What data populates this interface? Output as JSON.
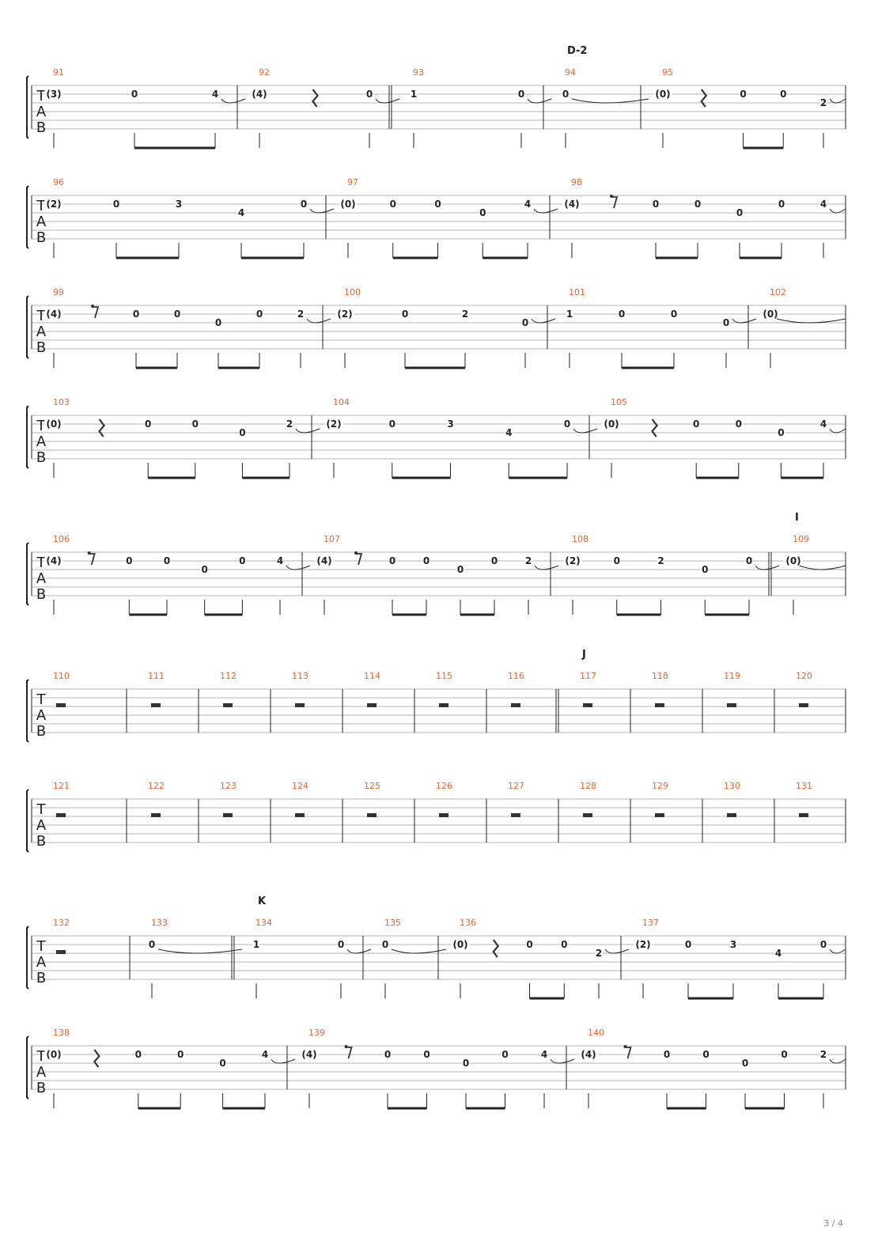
{
  "page": {
    "number_label": "3 / 4"
  },
  "colors": {
    "measure_number": "#e8632b",
    "ink": "#222222",
    "line": "#9a9a9a",
    "rest": "#333333"
  },
  "systems": [
    {
      "sections": [
        {
          "label": "D-2",
          "measure": "94"
        }
      ],
      "measures": [
        {
          "num": "91",
          "frets": [
            "(3)",
            "0",
            "4"
          ]
        },
        {
          "num": "92",
          "frets": [
            "(4)",
            "0"
          ],
          "rest": "quarter"
        },
        {
          "num": "93",
          "frets": [
            "1",
            "0"
          ]
        },
        {
          "num": "94",
          "frets": [
            "0"
          ]
        },
        {
          "num": "95",
          "frets": [
            "(0)",
            "0",
            "0",
            "2"
          ],
          "rest": "quarter"
        }
      ]
    },
    {
      "sections": [],
      "measures": [
        {
          "num": "96",
          "frets": [
            "(2)",
            "0",
            "3",
            "4",
            "0"
          ]
        },
        {
          "num": "97",
          "frets": [
            "(0)",
            "0",
            "0",
            "0",
            "4"
          ]
        },
        {
          "num": "98",
          "frets": [
            "(4)",
            "0",
            "0",
            "0",
            "0",
            "4"
          ],
          "rest": "eighth"
        }
      ]
    },
    {
      "sections": [],
      "measures": [
        {
          "num": "99",
          "frets": [
            "(4)",
            "0",
            "0",
            "0",
            "0",
            "2"
          ],
          "rest": "eighth"
        },
        {
          "num": "100",
          "frets": [
            "(2)",
            "0",
            "2",
            "0"
          ]
        },
        {
          "num": "101",
          "frets": [
            "1",
            "0",
            "0",
            "0"
          ]
        },
        {
          "num": "102",
          "frets": [
            "(0)"
          ]
        }
      ]
    },
    {
      "sections": [],
      "measures": [
        {
          "num": "103",
          "frets": [
            "(0)",
            "0",
            "0",
            "0",
            "2"
          ],
          "rest": "quarter"
        },
        {
          "num": "104",
          "frets": [
            "(2)",
            "0",
            "3",
            "4",
            "0"
          ]
        },
        {
          "num": "105",
          "frets": [
            "(0)",
            "0",
            "0",
            "0",
            "4"
          ],
          "rest": "quarter"
        }
      ]
    },
    {
      "sections": [
        {
          "label": "I",
          "measure": "109"
        }
      ],
      "measures": [
        {
          "num": "106",
          "frets": [
            "(4)",
            "0",
            "0",
            "0",
            "0",
            "4"
          ],
          "rest": "eighth"
        },
        {
          "num": "107",
          "frets": [
            "(4)",
            "0",
            "0",
            "0",
            "0",
            "2"
          ],
          "rest": "eighth"
        },
        {
          "num": "108",
          "frets": [
            "(2)",
            "0",
            "2",
            "0",
            "0"
          ]
        },
        {
          "num": "109",
          "frets": [
            "(0)"
          ]
        }
      ]
    },
    {
      "sections": [
        {
          "label": "J",
          "measure": "117"
        }
      ],
      "measures": [
        {
          "num": "110",
          "frets": [],
          "rest": "whole"
        },
        {
          "num": "111",
          "frets": [],
          "rest": "whole"
        },
        {
          "num": "112",
          "frets": [],
          "rest": "whole"
        },
        {
          "num": "113",
          "frets": [],
          "rest": "whole"
        },
        {
          "num": "114",
          "frets": [],
          "rest": "whole"
        },
        {
          "num": "115",
          "frets": [],
          "rest": "whole"
        },
        {
          "num": "116",
          "frets": [],
          "rest": "whole"
        },
        {
          "num": "117",
          "frets": [],
          "rest": "whole"
        },
        {
          "num": "118",
          "frets": [],
          "rest": "whole"
        },
        {
          "num": "119",
          "frets": [],
          "rest": "whole"
        },
        {
          "num": "120",
          "frets": [],
          "rest": "whole"
        }
      ]
    },
    {
      "sections": [],
      "measures": [
        {
          "num": "121",
          "frets": [],
          "rest": "whole"
        },
        {
          "num": "122",
          "frets": [],
          "rest": "whole"
        },
        {
          "num": "123",
          "frets": [],
          "rest": "whole"
        },
        {
          "num": "124",
          "frets": [],
          "rest": "whole"
        },
        {
          "num": "125",
          "frets": [],
          "rest": "whole"
        },
        {
          "num": "126",
          "frets": [],
          "rest": "whole"
        },
        {
          "num": "127",
          "frets": [],
          "rest": "whole"
        },
        {
          "num": "128",
          "frets": [],
          "rest": "whole"
        },
        {
          "num": "129",
          "frets": [],
          "rest": "whole"
        },
        {
          "num": "130",
          "frets": [],
          "rest": "whole"
        },
        {
          "num": "131",
          "frets": [],
          "rest": "whole"
        }
      ]
    },
    {
      "sections": [
        {
          "label": "K",
          "measure": "134"
        }
      ],
      "measures": [
        {
          "num": "132",
          "frets": [],
          "rest": "whole"
        },
        {
          "num": "133",
          "frets": [
            "0"
          ],
          "rest": "half"
        },
        {
          "num": "134",
          "frets": [
            "1",
            "0"
          ]
        },
        {
          "num": "135",
          "frets": [
            "0"
          ]
        },
        {
          "num": "136",
          "frets": [
            "(0)",
            "0",
            "0",
            "2"
          ],
          "rest": "quarter"
        },
        {
          "num": "137",
          "frets": [
            "(2)",
            "0",
            "3",
            "4",
            "0"
          ]
        }
      ]
    },
    {
      "sections": [],
      "measures": [
        {
          "num": "138",
          "frets": [
            "(0)",
            "0",
            "0",
            "0",
            "4"
          ],
          "rest": "quarter"
        },
        {
          "num": "139",
          "frets": [
            "(4)",
            "0",
            "0",
            "0",
            "0",
            "4"
          ],
          "rest": "eighth"
        },
        {
          "num": "140",
          "frets": [
            "(4)",
            "0",
            "0",
            "0",
            "0",
            "2"
          ],
          "rest": "eighth"
        }
      ]
    }
  ]
}
